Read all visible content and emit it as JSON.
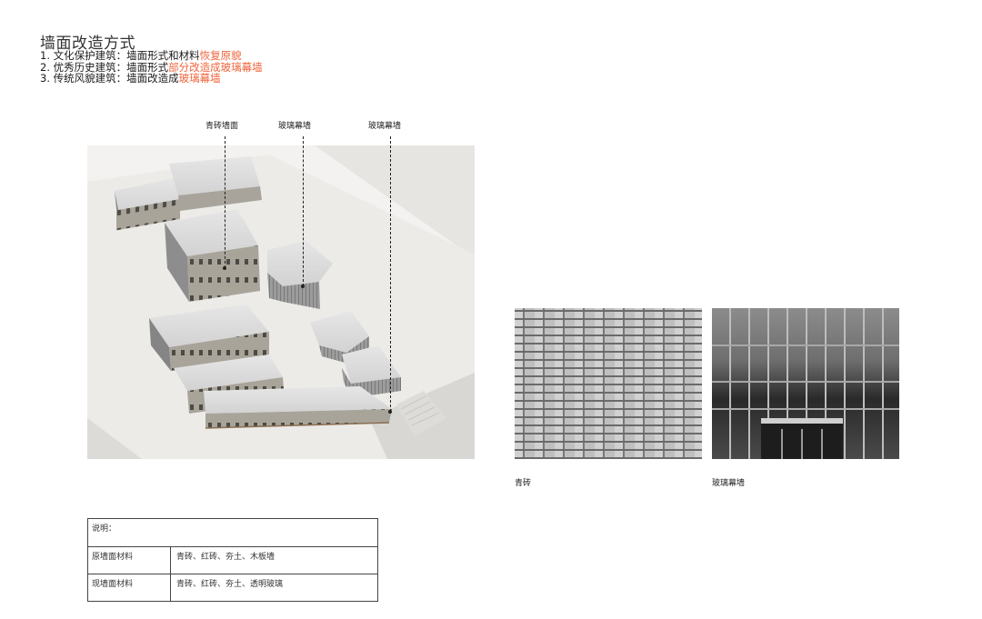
{
  "header": {
    "title": "墙面改造方式",
    "rules": [
      {
        "prefix": "1. 文化保护建筑：墙面形式和材料",
        "highlight": "恢复原貌"
      },
      {
        "prefix": "2. 优秀历史建筑：墙面形式",
        "highlight": "部分改造成玻璃幕墙"
      },
      {
        "prefix": "3. 传统风貌建筑：墙面改造成",
        "highlight": "玻璃幕墙"
      }
    ],
    "highlight_color": "#f0643c"
  },
  "drawing": {
    "callouts": [
      {
        "label": "青砖墙面"
      },
      {
        "label": "玻璃幕墙"
      },
      {
        "label": "玻璃幕墙"
      }
    ]
  },
  "photos": [
    {
      "caption": "青砖",
      "subject": "brick-wall-photo"
    },
    {
      "caption": "玻璃幕墙",
      "subject": "glass-curtain-wall-photo"
    }
  ],
  "notes": {
    "heading": "说明：",
    "rows": [
      {
        "label": "原墙面材料",
        "value": "青砖、红砖、夯土、木板墙"
      },
      {
        "label": "现墙面材料",
        "value": "青砖、红砖、夯土、透明玻璃"
      }
    ]
  }
}
